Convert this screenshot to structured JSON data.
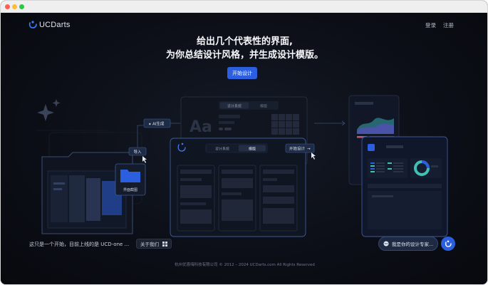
{
  "brand": {
    "name": "UCDarts"
  },
  "nav": {
    "login": "登录",
    "register": "注册"
  },
  "hero": {
    "line1": "给出几个代表性的界面,",
    "line2": "为你总结设计风格，并生成设计模版。",
    "cta": "开始设计"
  },
  "illustration": {
    "ai_generate": "AI生成",
    "import": "导入",
    "interface_capture": "界面截图",
    "top_tabs": [
      "设计系统",
      "模版"
    ],
    "mid_tabs": [
      "设计系统",
      "模版"
    ],
    "start_design": "开始设计",
    "aa_glyph": "Aa"
  },
  "bottom": {
    "intro": "这只是一个开始，目前上线的是 UCD-one ...",
    "about": "关于我们",
    "chat": "我是你的设计专家..."
  },
  "footer": {
    "copyright": "杭州优喜嗨科技有限公司 © 2012 – 2024 UCDarts.com All Rights Reserved"
  },
  "colors": {
    "accent": "#2c5fe0",
    "background": "#0c0f17",
    "chart_teal": "#3fc2b3",
    "chart_purple": "#6b5bd6"
  }
}
